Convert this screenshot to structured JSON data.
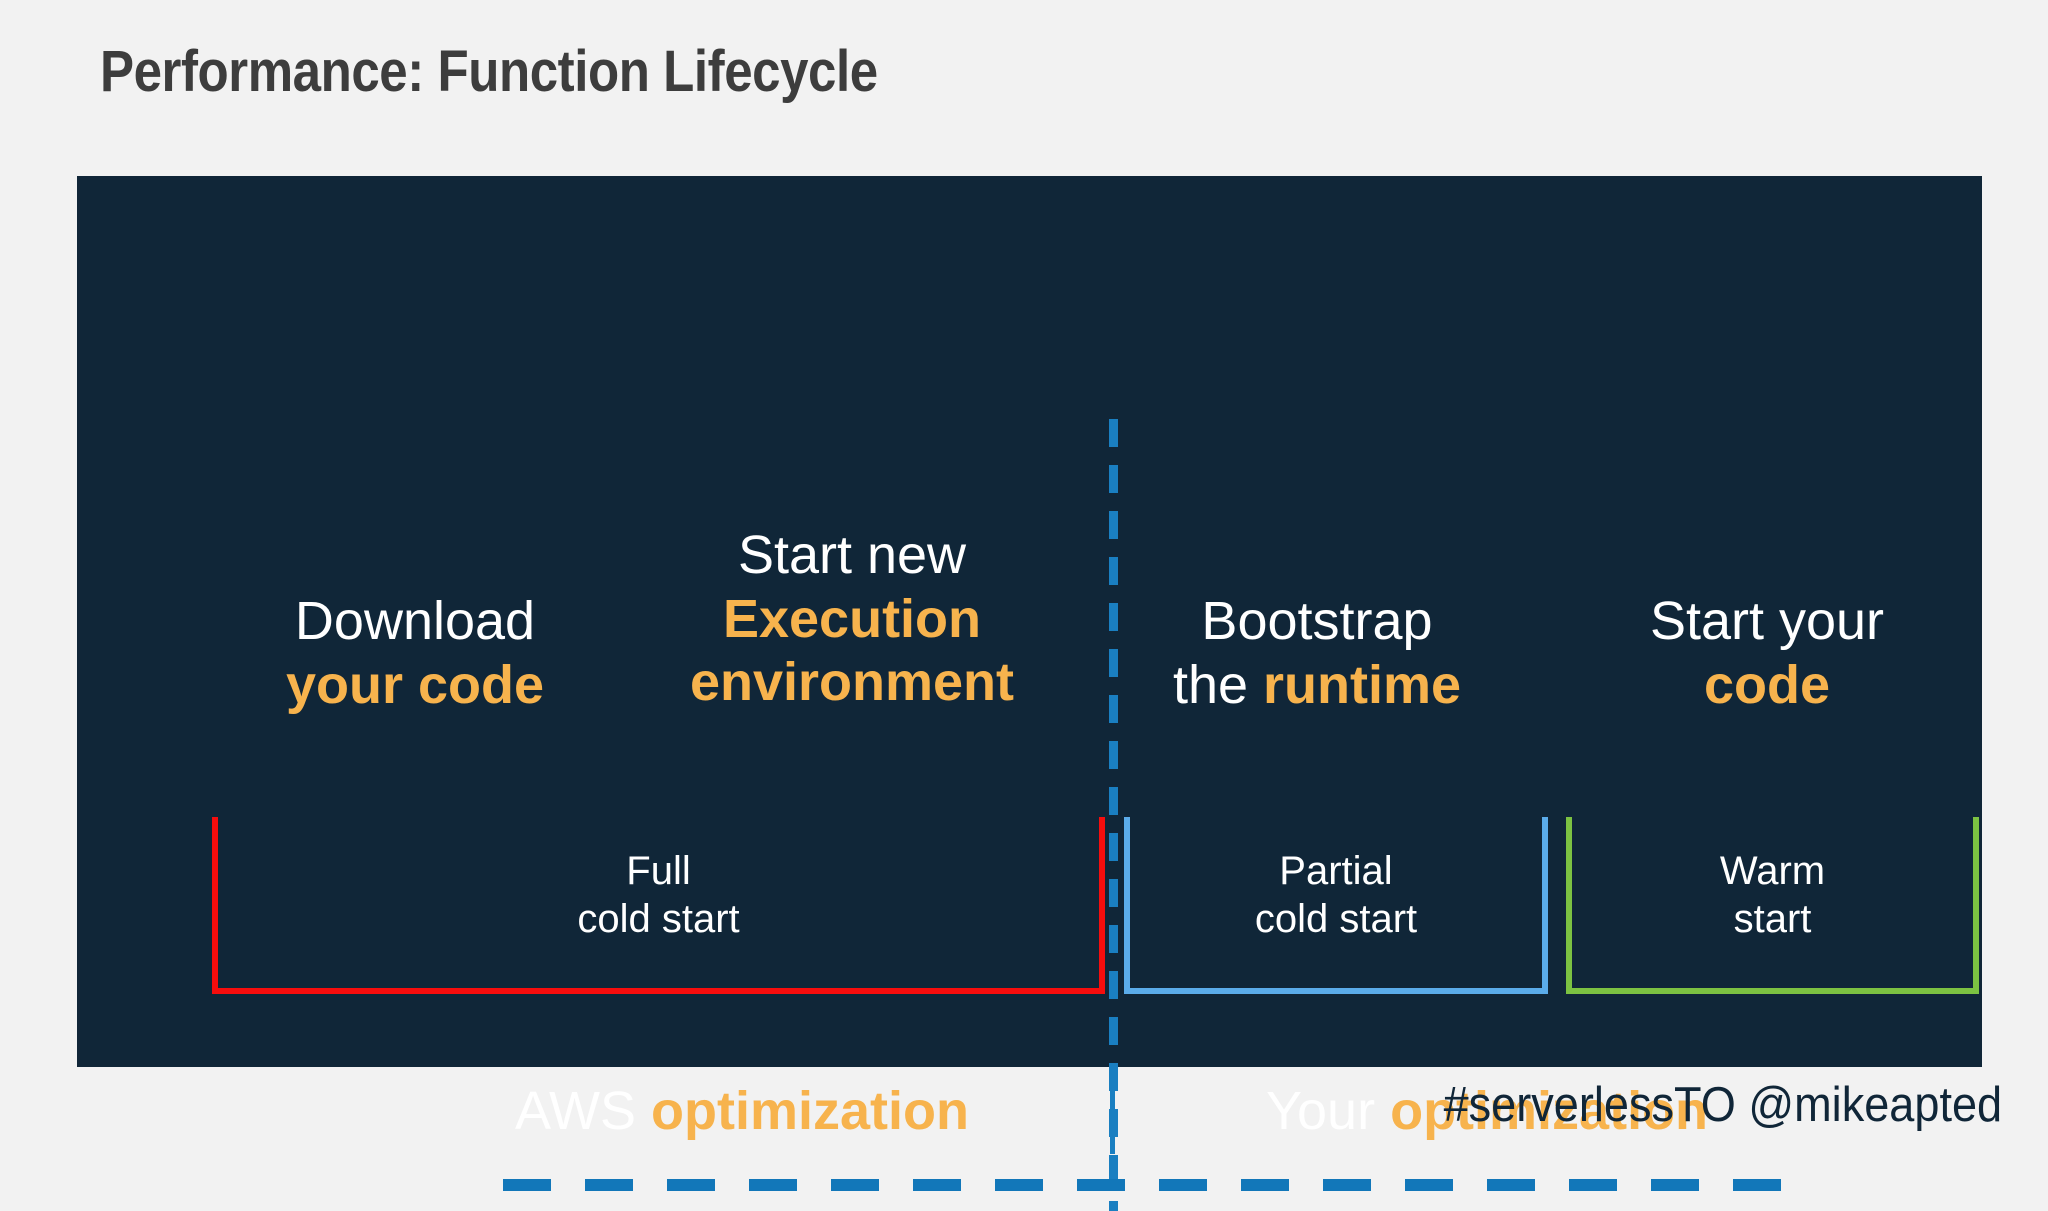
{
  "page": {
    "background_color": "#f2f2f2",
    "panel_color": "#102638"
  },
  "title": "Performance: Function Lifecycle",
  "colors": {
    "accent_orange": "#f7b34d",
    "text_white": "#ffffff",
    "divider_blue": "#1a7fc1",
    "bracket_red": "#f60d0d",
    "bracket_blue": "#5bacea",
    "bracket_green": "#7cc242",
    "title_gray": "#3d3d3d",
    "footer_navy": "#102638"
  },
  "stages": [
    {
      "id": "download",
      "line1": "Download",
      "line2": "your code",
      "line2_emphasis": true
    },
    {
      "id": "execution",
      "line1": "Start new",
      "line2": "Execution",
      "line3": "environment",
      "line2_emphasis": true,
      "line3_emphasis": true
    },
    {
      "id": "bootstrap",
      "line1": "Bootstrap",
      "line2_prefix": "the ",
      "line2_emphasis_text": "runtime"
    },
    {
      "id": "startcode",
      "line1": "Start your",
      "line2": "code",
      "line2_emphasis": true
    }
  ],
  "brackets": [
    {
      "id": "full",
      "label_line1": "Full",
      "label_line2": "cold start",
      "color": "#f60d0d"
    },
    {
      "id": "partial",
      "label_line1": "Partial",
      "label_line2": "cold start",
      "color": "#5bacea"
    },
    {
      "id": "warm",
      "label_line1": "Warm",
      "label_line2": "start",
      "color": "#7cc242"
    }
  ],
  "optimization": {
    "aws_prefix": "AWS ",
    "aws_emphasis": "optimization",
    "your_prefix": "Your ",
    "your_emphasis": "optimization"
  },
  "footer": "#serverlessTO @mikeapted"
}
